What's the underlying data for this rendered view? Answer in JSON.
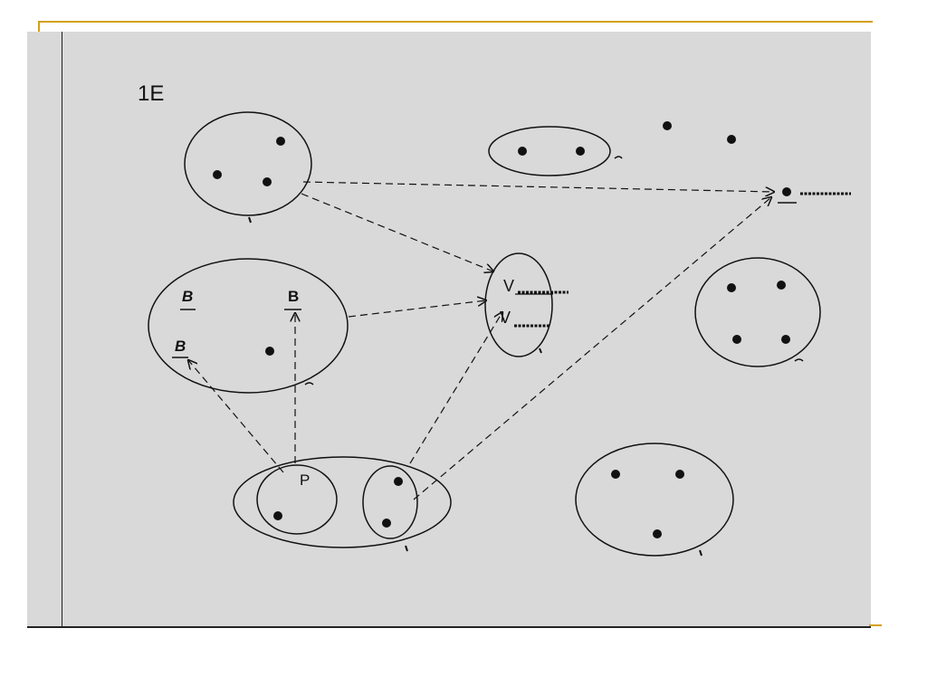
{
  "slide": {
    "title": "1E"
  },
  "labels": {
    "b_top_left": "B",
    "b_top_right": "B",
    "b_lower_left": "B",
    "p_label": "P",
    "v_upper": "V",
    "v_lower": "V"
  },
  "colors": {
    "panel": "#d9d9d9",
    "accent": "#d4a017",
    "ink": "#111111"
  }
}
